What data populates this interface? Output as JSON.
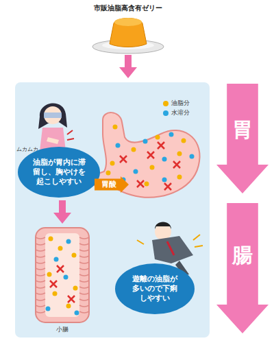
{
  "diagram": {
    "title": "市販油脂高含有ゼリー",
    "nodes": [
      {
        "text": [
          "油脂が胃内に滞留し、胸やけを起こしやすい"
        ]
      },
      {
        "text": [
          "胃酸"
        ]
      },
      {
        "text": [
          "遊離の油脂が多いので下痢しやすい"
        ]
      },
      {
        "text": [
          "胃"
        ]
      },
      {
        "text": [
          "腸"
        ]
      }
    ],
    "labels": [
      "ムカムカ",
      "小腸"
    ],
    "legend": [
      {
        "text": "油脂分",
        "color": "#f5b400"
      },
      {
        "text": "水溶分",
        "color": "#2aa6e0"
      }
    ]
  }
}
